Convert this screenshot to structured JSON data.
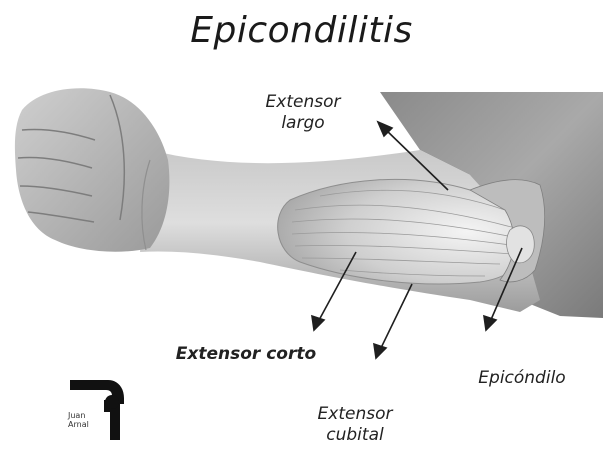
{
  "title": "Epicondilitis",
  "labels": {
    "extensor_largo": [
      "Extensor",
      "largo"
    ],
    "extensor_corto": "Extensor corto",
    "extensor_cubital": [
      "Extensor",
      "cubital"
    ],
    "epicondilo": "Epicóndilo"
  },
  "logo": {
    "line1": "Juan",
    "line2": "Arnal"
  },
  "colors": {
    "skin_light": "#d9d9d9",
    "skin_mid": "#b5b5b5",
    "skin_dark": "#8a8a8a",
    "ink": "#222222"
  }
}
